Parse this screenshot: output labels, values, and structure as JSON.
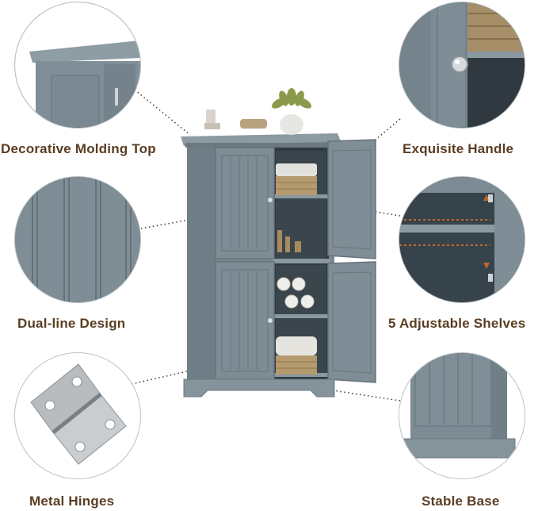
{
  "features": {
    "molding_top": "Decorative Molding Top",
    "handle": "Exquisite Handle",
    "dual_line": "Dual-line Design",
    "shelves": "5 Adjustable Shelves",
    "hinges": "Metal Hinges",
    "base": "Stable Base"
  },
  "colors": {
    "cabinet": "#7c8b94",
    "label_text": "#5a3d22",
    "leader_dots": "#5a3d22",
    "shelf_marker": "#c0662c"
  }
}
